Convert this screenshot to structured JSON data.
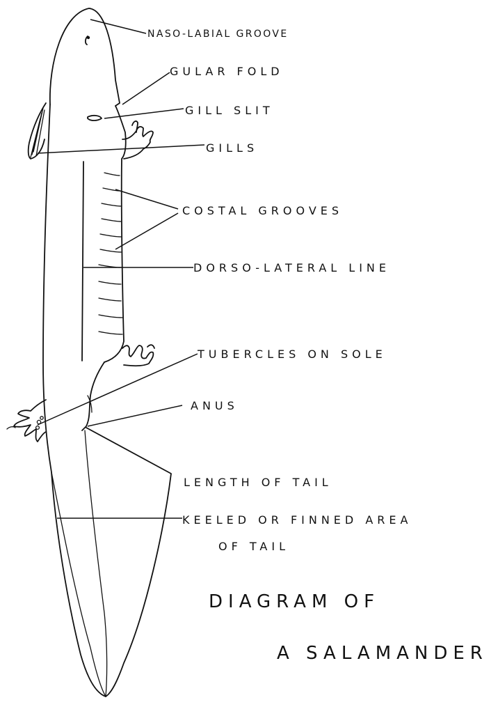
{
  "labels": {
    "naso_labial_groove": "NASO-LABIAL GROOVE",
    "gular_fold": "GULAR FOLD",
    "gill_slit": "GILL SLIT",
    "gills": "GILLS",
    "costal_grooves": "COSTAL GROOVES",
    "dorso_lateral_line": "DORSO-LATERAL LINE",
    "tubercles_on_sole": "TUBERCLES ON SOLE",
    "anus": "ANUS",
    "length_of_tail": "LENGTH OF TAIL",
    "keeled_area_line1": "KEELED OR FINNED AREA",
    "keeled_area_line2": "OF TAIL"
  },
  "title": {
    "line1": "DIAGRAM OF",
    "line2": "A SALAMANDER"
  }
}
